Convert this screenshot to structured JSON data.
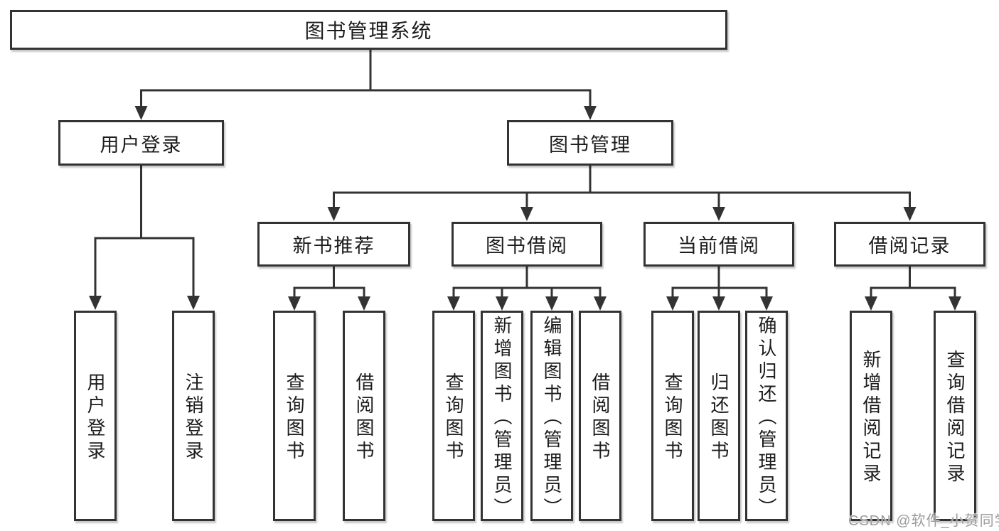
{
  "title": "图书管理系统",
  "tree": {
    "root": {
      "label": "图书管理系统"
    },
    "branches": [
      {
        "label": "用户登录",
        "leaves": [
          "用户登录",
          "注销登录"
        ]
      },
      {
        "label": "图书管理",
        "sections": [
          {
            "label": "新书推荐",
            "leaves": [
              "查询图书",
              "借阅图书"
            ]
          },
          {
            "label": "图书借阅",
            "leaves": [
              "查询图书",
              "新增图书（管理员）",
              "编辑图书（管理员）",
              "借阅图书"
            ]
          },
          {
            "label": "当前借阅",
            "leaves": [
              "查询图书",
              "归还图书",
              "确认归还（管理员）"
            ]
          },
          {
            "label": "借阅记录",
            "leaves": [
              "新增借阅记录",
              "查询借阅记录"
            ]
          }
        ]
      }
    ]
  },
  "watermark": "CSDN @软件_小贺同学",
  "colors": {
    "background": "#ffffff",
    "box_fill": "#ffffff",
    "line": "#333333",
    "text": "#1c1c1c",
    "watermark_text": "#9b9b9b"
  }
}
